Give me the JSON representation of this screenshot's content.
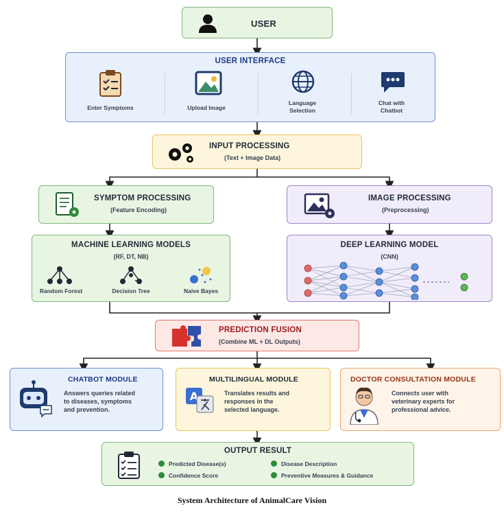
{
  "user": {
    "label": "USER"
  },
  "ui": {
    "title": "USER INTERFACE",
    "items": [
      {
        "label": "Enter Symptoms"
      },
      {
        "label": "Upload Image"
      },
      {
        "label_line1": "Language",
        "label_line2": "Selection"
      },
      {
        "label_line1": "Chat with",
        "label_line2": "Chatbot"
      }
    ]
  },
  "input_processing": {
    "title": "INPUT PROCESSING",
    "subtitle": "(Text + Image Data)"
  },
  "symptom_processing": {
    "title": "SYMPTOM PROCESSING",
    "subtitle": "(Feature Encoding)"
  },
  "image_processing": {
    "title": "IMAGE PROCESSING",
    "subtitle": "(Preprocessing)"
  },
  "ml_models": {
    "title": "MACHINE LEARNING MODELS",
    "subtitle": "(RF, DT, NB)",
    "models": [
      {
        "label": "Random Forest"
      },
      {
        "label": "Decision Tree"
      },
      {
        "label": "Naive Bayes"
      }
    ]
  },
  "dl_model": {
    "title": "DEEP LEARNING MODEL",
    "subtitle": "(CNN)"
  },
  "fusion": {
    "title": "PREDICTION FUSION",
    "subtitle": "(Combine ML + DL Outputs)"
  },
  "chatbot_module": {
    "title": "CHATBOT MODULE",
    "lines": [
      "Answers queries related",
      "to diseases, symptoms",
      "and prevention."
    ]
  },
  "multilingual_module": {
    "title": "MULTILINGUAL MODULE",
    "lines": [
      "Translates results and",
      "responses in the",
      "selected language."
    ]
  },
  "doctor_module": {
    "title": "DOCTOR CONSULTATION MODULE",
    "lines": [
      "Connects user with",
      "veterinary experts for",
      "professional advice."
    ]
  },
  "output": {
    "title": "OUTPUT RESULT",
    "items": [
      "Predicted Disease(s)",
      "Disease Description",
      "Confidence Score",
      "Preventive Measures & Guidance"
    ]
  },
  "caption": "System Architecture of AnimalCare Vision",
  "colors": {
    "green": "#e8f5e3",
    "green_border": "#7fb77e",
    "blue": "#e8f0fb",
    "blue_border": "#6d8fd1",
    "yellow": "#fdf6dc",
    "yellow_border": "#e6c35a",
    "purple": "#f1ecfa",
    "purple_border": "#9b86c9",
    "red": "#fde8e6",
    "red_border": "#e07a70",
    "orange_border": "#e8a46a"
  }
}
